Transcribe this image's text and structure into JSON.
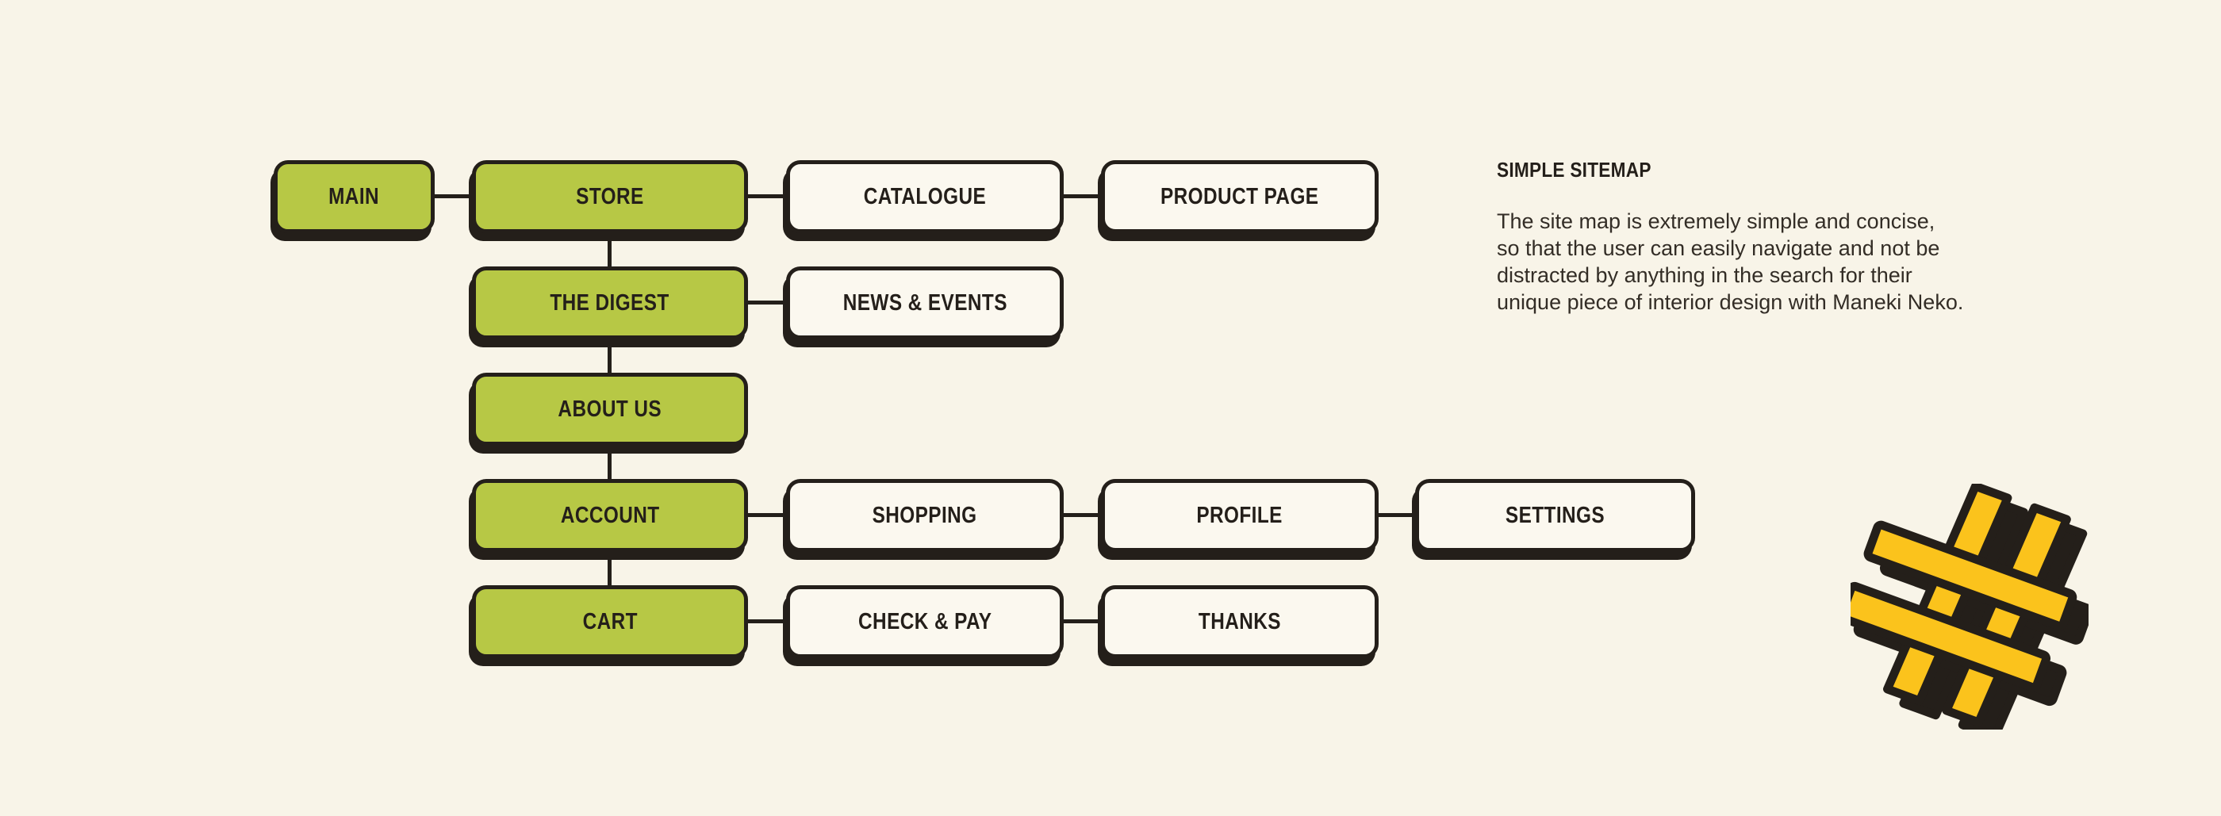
{
  "page": {
    "background_color": "#f8f4e8"
  },
  "sitemap": {
    "colors": {
      "node_green": "#b7c845",
      "node_white": "#fbf8ef",
      "outline_black": "#241f1a"
    },
    "nodes": [
      {
        "id": "main",
        "label": "MAIN",
        "variant": "green"
      },
      {
        "id": "store",
        "label": "STORE",
        "variant": "green"
      },
      {
        "id": "catalogue",
        "label": "CATALOGUE",
        "variant": "white"
      },
      {
        "id": "product-page",
        "label": "PRODUCT PAGE",
        "variant": "white"
      },
      {
        "id": "the-digest",
        "label": "THE DIGEST",
        "variant": "green"
      },
      {
        "id": "news-events",
        "label": "NEWS & EVENTS",
        "variant": "white"
      },
      {
        "id": "about-us",
        "label": "ABOUT US",
        "variant": "green"
      },
      {
        "id": "account",
        "label": "ACCOUNT",
        "variant": "green"
      },
      {
        "id": "shopping",
        "label": "SHOPPING",
        "variant": "white"
      },
      {
        "id": "profile",
        "label": "PROFILE",
        "variant": "white"
      },
      {
        "id": "settings",
        "label": "SETTINGS",
        "variant": "white"
      },
      {
        "id": "cart",
        "label": "CART",
        "variant": "green"
      },
      {
        "id": "check-pay",
        "label": "CHECK & PAY",
        "variant": "white"
      },
      {
        "id": "thanks",
        "label": "THANKS",
        "variant": "white"
      }
    ],
    "edges": [
      "MAIN–STORE",
      "STORE–CATALOGUE",
      "CATALOGUE–PRODUCT PAGE",
      "THE DIGEST–NEWS & EVENTS",
      "ACCOUNT–SHOPPING",
      "SHOPPING–PROFILE",
      "PROFILE–SETTINGS",
      "CART–CHECK & PAY",
      "CHECK & PAY–THANKS",
      "STORE–THE DIGEST–ABOUT US–ACCOUNT–CART"
    ]
  },
  "annotation": {
    "title": "SIMPLE SITEMAP",
    "lines": [
      "The site map is extremely simple and concise,",
      "so that the user can easily navigate and not be",
      "distracted by anything in the search for their",
      "unique piece of interior design with Maneki Neko."
    ]
  },
  "icon": {
    "name": "hashtag-icon",
    "fill": "#fbc31c",
    "outline": "#241f1a"
  }
}
